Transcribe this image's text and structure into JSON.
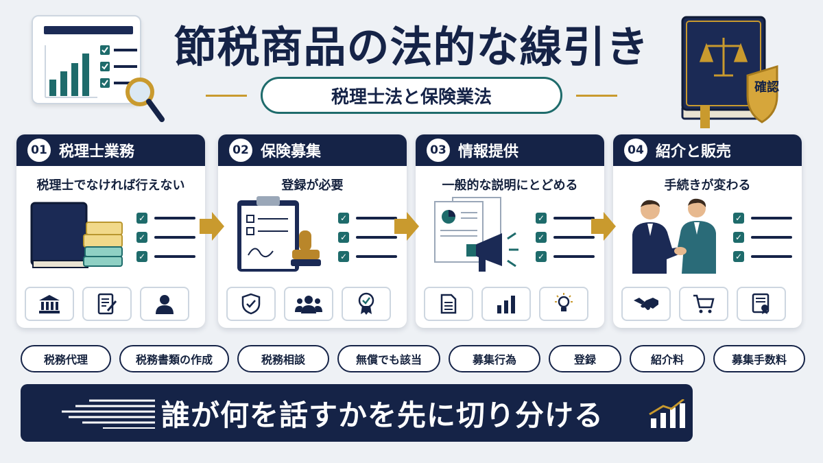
{
  "title": "節税商品の法的な線引き",
  "subtitle": "税理士法と保険業法",
  "badge": "確認",
  "cards": [
    {
      "num": "01",
      "title": "税理士業務",
      "desc": "税理士でなければ行えない",
      "illus": "book-stack",
      "icons": [
        "bank-icon",
        "edit-document-icon",
        "user-icon"
      ]
    },
    {
      "num": "02",
      "title": "保険募集",
      "desc": "登録が必要",
      "illus": "clipboard-stamp",
      "icons": [
        "shield-check-icon",
        "group-icon",
        "award-icon"
      ]
    },
    {
      "num": "03",
      "title": "情報提供",
      "desc": "一般的な説明にとどめる",
      "illus": "documents-megaphone",
      "icons": [
        "document-icon",
        "bar-chart-icon",
        "lightbulb-icon"
      ]
    },
    {
      "num": "04",
      "title": "紹介と販売",
      "desc": "手続きが変わる",
      "illus": "handshake-businessmen",
      "icons": [
        "handshake-icon",
        "cart-icon",
        "certificate-icon"
      ]
    }
  ],
  "tags": [
    "税務代理",
    "税務書類の作成",
    "税務相談",
    "無償でも該当",
    "募集行為",
    "登録",
    "紹介料",
    "募集手数料"
  ],
  "banner": "誰が何を話すかを先に切り分ける",
  "colors": {
    "navy": "#152347",
    "teal": "#1e6b6b",
    "gold": "#c99a2e",
    "background": "#eef1f5"
  }
}
